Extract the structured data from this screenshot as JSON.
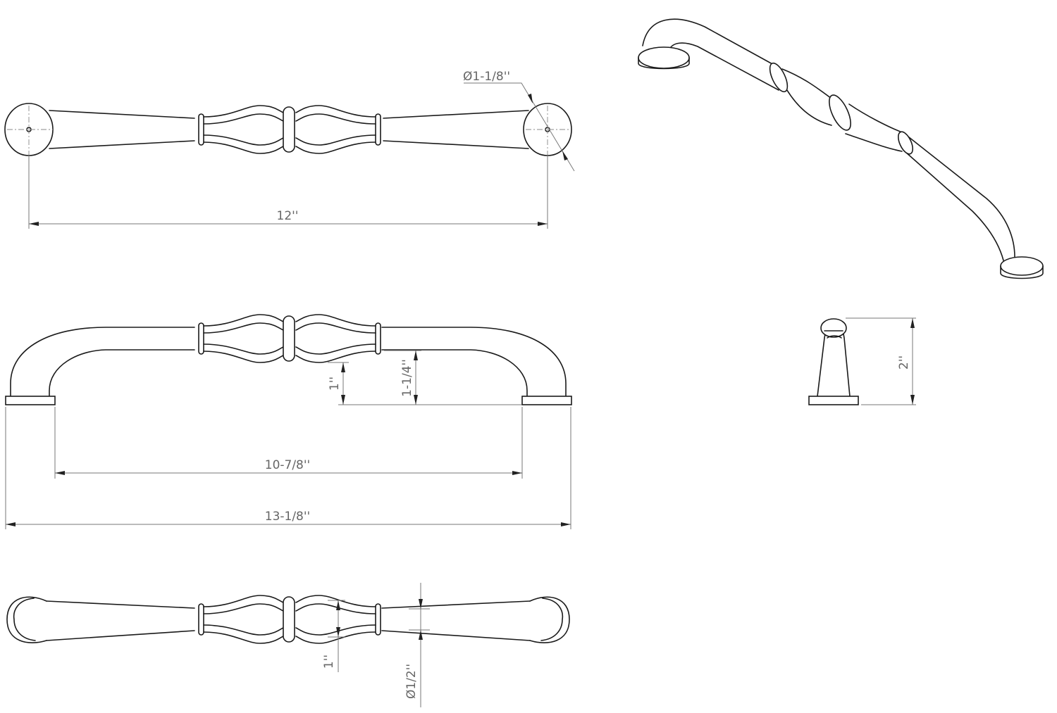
{
  "drawing": {
    "title": "Cabinet pull dimension drawing",
    "dimensions": {
      "hole_diameter": "Ø1-1/8''",
      "center_to_center": "12''",
      "projection_inner": "1''",
      "projection_outer": "1-1/4''",
      "inner_clearance_length": "10-7/8''",
      "overall_length": "13-1/8''",
      "height": "2''",
      "bulb_width": "1''",
      "bar_diameter": "Ø1/2''"
    }
  }
}
